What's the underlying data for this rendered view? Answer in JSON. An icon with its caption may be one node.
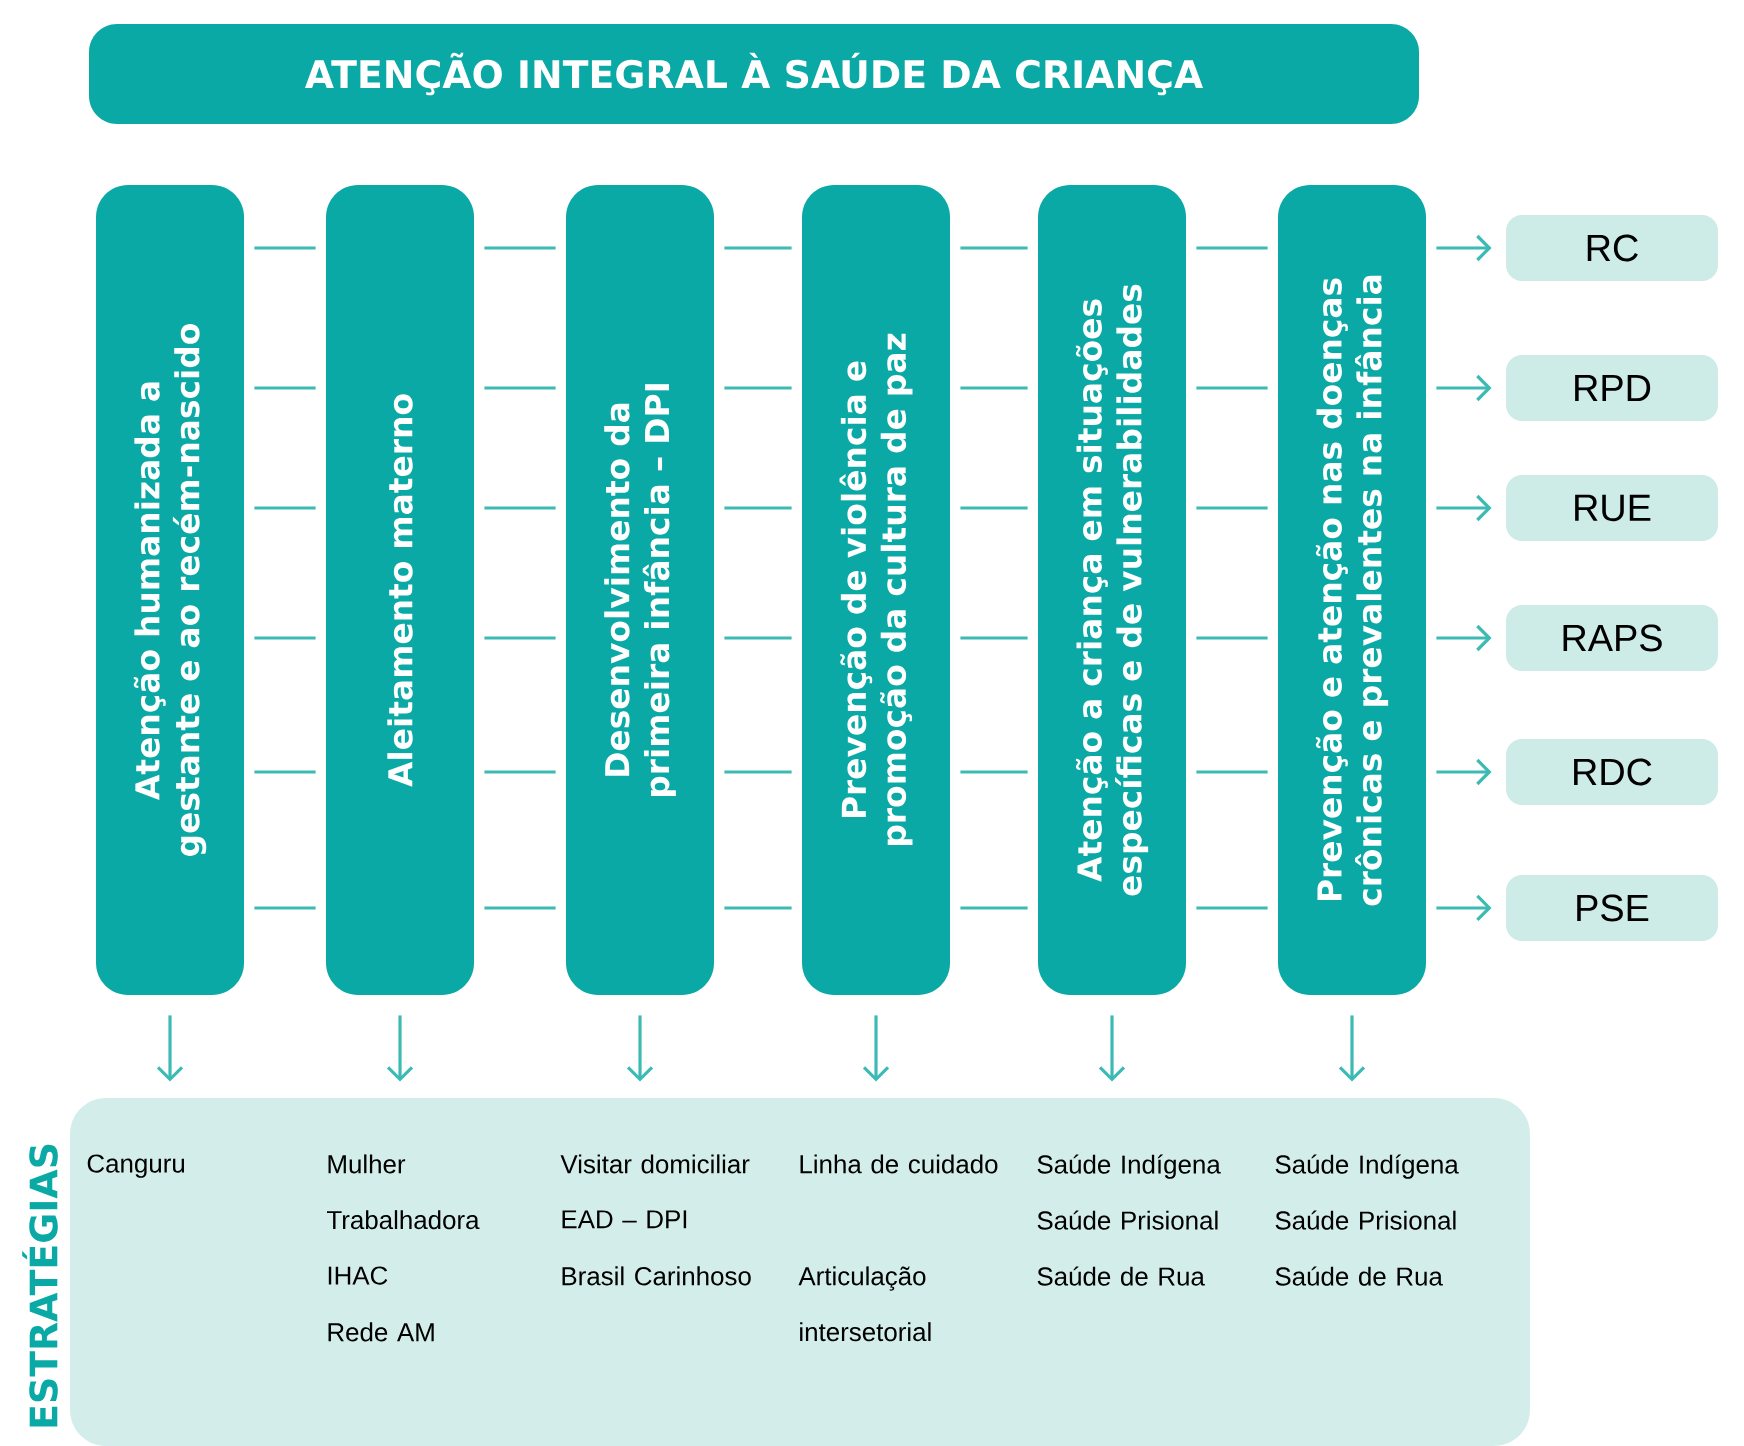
{
  "diagram": {
    "title": "ATENÇÃO INTEGRAL À SAÚDE DA CRIANÇA",
    "nodes": [
      {
        "text": [
          "Atenção humanizada a gestante e ao recém-nascido"
        ]
      },
      {
        "text": [
          "Aleitamento materno"
        ]
      },
      {
        "text": [
          "Desenvolvimento da primeira infância – DPI"
        ]
      },
      {
        "text": [
          "Prevenção de violência e promoção da cultura de paz"
        ]
      },
      {
        "text": [
          "Atenção a criança em situações específicas e de vulnerabilidades"
        ]
      },
      {
        "text": [
          "Prevenção e atenção nas doenças crônicas e prevalentes na infância"
        ]
      },
      {
        "text": [
          "RC"
        ]
      },
      {
        "text": [
          "RPD"
        ]
      },
      {
        "text": [
          "RUE"
        ]
      },
      {
        "text": [
          "RAPS"
        ]
      },
      {
        "text": [
          "RDC"
        ]
      },
      {
        "text": [
          "PSE"
        ]
      },
      {
        "text": [
          "ESTRATÉGIAS"
        ]
      }
    ],
    "edges": [
      {
        "from": 0,
        "to": 1,
        "arrow": "none"
      },
      {
        "from": 1,
        "to": 2,
        "arrow": "none"
      },
      {
        "from": 2,
        "to": 3,
        "arrow": "none"
      },
      {
        "from": 3,
        "to": 4,
        "arrow": "none"
      },
      {
        "from": 4,
        "to": 5,
        "arrow": "none"
      },
      {
        "from": 5,
        "to": 6,
        "arrow": "to"
      },
      {
        "from": 0,
        "to": 1,
        "arrow": "none"
      },
      {
        "from": 1,
        "to": 2,
        "arrow": "none"
      },
      {
        "from": 2,
        "to": 3,
        "arrow": "none"
      },
      {
        "from": 3,
        "to": 4,
        "arrow": "none"
      },
      {
        "from": 4,
        "to": 5,
        "arrow": "none"
      },
      {
        "from": 5,
        "to": 7,
        "arrow": "to"
      },
      {
        "from": 0,
        "to": 1,
        "arrow": "none"
      },
      {
        "from": 1,
        "to": 2,
        "arrow": "none"
      },
      {
        "from": 2,
        "to": 3,
        "arrow": "none"
      },
      {
        "from": 3,
        "to": 4,
        "arrow": "none"
      },
      {
        "from": 4,
        "to": 5,
        "arrow": "none"
      },
      {
        "from": 5,
        "to": 8,
        "arrow": "to"
      },
      {
        "from": 0,
        "to": 1,
        "arrow": "none"
      },
      {
        "from": 1,
        "to": 2,
        "arrow": "none"
      },
      {
        "from": 2,
        "to": 3,
        "arrow": "none"
      },
      {
        "from": 3,
        "to": 4,
        "arrow": "none"
      },
      {
        "from": 4,
        "to": 5,
        "arrow": "none"
      },
      {
        "from": 5,
        "to": 9,
        "arrow": "to"
      },
      {
        "from": 0,
        "to": 1,
        "arrow": "none"
      },
      {
        "from": 1,
        "to": 2,
        "arrow": "none"
      },
      {
        "from": 2,
        "to": 3,
        "arrow": "none"
      },
      {
        "from": 3,
        "to": 4,
        "arrow": "none"
      },
      {
        "from": 4,
        "to": 5,
        "arrow": "none"
      },
      {
        "from": 5,
        "to": 10,
        "arrow": "to"
      },
      {
        "from": 0,
        "to": 1,
        "arrow": "none"
      },
      {
        "from": 1,
        "to": 2,
        "arrow": "none"
      },
      {
        "from": 2,
        "to": 3,
        "arrow": "none"
      },
      {
        "from": 3,
        "to": 4,
        "arrow": "none"
      },
      {
        "from": 4,
        "to": 5,
        "arrow": "none"
      },
      {
        "from": 5,
        "to": 11,
        "arrow": "to"
      },
      {
        "from": 0,
        "to": 12,
        "arrow": "to"
      },
      {
        "from": 1,
        "to": 12,
        "arrow": "to"
      },
      {
        "from": 2,
        "to": 12,
        "arrow": "to"
      },
      {
        "from": 3,
        "to": 12,
        "arrow": "to"
      },
      {
        "from": 4,
        "to": 12,
        "arrow": "to"
      },
      {
        "from": 5,
        "to": 12,
        "arrow": "to"
      }
    ],
    "labels": [
      "Canguru",
      "Mulher Trabalhadora",
      "IHAC",
      "Rede AM",
      "Visitar domiciliar",
      "EAD – DPI",
      "Brasil Carinhoso",
      "Linha de cuidado",
      "Articulação intersetorial",
      "Saúde Indígena",
      "Saúde Prisional",
      "Saúde de Rua",
      "Saúde Indígena",
      "Saúde Prisional",
      "Saúde de Rua"
    ]
  }
}
